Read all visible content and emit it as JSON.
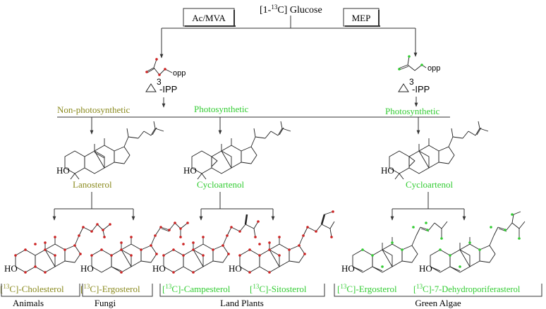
{
  "top": {
    "glucose_label": "[1-¹³C] Glucose",
    "ac_mva": "Ac/MVA",
    "mep": "MEP"
  },
  "ipp": {
    "left_opp": "opp",
    "right_opp": "opp",
    "left_delta": "3",
    "right_delta": "3",
    "ipp_suffix": "-IPP"
  },
  "categories": {
    "non_photo": "Non-photosynthetic",
    "photo_mid": "Photosynthetic",
    "photo_right": "Photosynthetic"
  },
  "intermediates": {
    "lanosterol": "Lanosterol",
    "cycloartenol_mid": "Cycloartenol",
    "cycloartenol_right": "Cycloartenol",
    "ho": "HO"
  },
  "products": {
    "cholesterol": "Cholesterol",
    "ergosterol_fungi": "Ergosterol",
    "campesterol": "Campesterol",
    "sitosterol": "Sitosterol",
    "ergosterol_algae": "Ergosterol",
    "dehydroporiferasterol": "7-Dehydroporiferasterol",
    "prefix_main": "[",
    "prefix_sup": "13",
    "prefix_end": "C]-"
  },
  "groups": {
    "animals": "Animals",
    "fungi": "Fungi",
    "land_plants": "Land Plants",
    "green_algae": "Green Algae"
  },
  "colors": {
    "olive": "#8a8a1e",
    "green": "#33cc33",
    "red": "#cc2222",
    "line": "#333333"
  }
}
